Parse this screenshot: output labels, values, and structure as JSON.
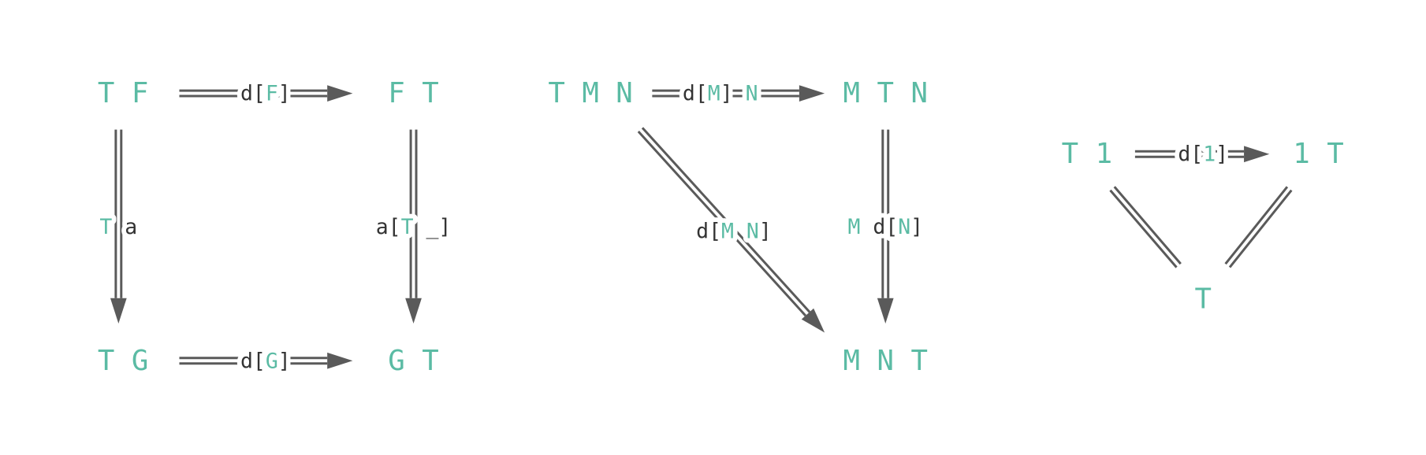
{
  "colors": {
    "object": "#5bbba4",
    "text": "#333333",
    "arrow": "#5a5a5a"
  },
  "diagrams": [
    {
      "nodes": [
        "T F",
        "F T",
        "T G",
        "G T"
      ],
      "edges": [
        {
          "label": [
            {
              "t": "d[",
              "c": "text"
            },
            {
              "t": "F",
              "c": "object"
            },
            {
              "t": "]",
              "c": "text"
            }
          ]
        },
        {
          "label": [
            {
              "t": "T",
              "c": "object"
            },
            {
              "t": " a",
              "c": "text"
            }
          ]
        },
        {
          "label": [
            {
              "t": "a[",
              "c": "text"
            },
            {
              "t": "T",
              "c": "object"
            },
            {
              "t": " _]",
              "c": "text"
            }
          ]
        },
        {
          "label": [
            {
              "t": "d[",
              "c": "text"
            },
            {
              "t": "G",
              "c": "object"
            },
            {
              "t": "]",
              "c": "text"
            }
          ]
        }
      ]
    },
    {
      "nodes": [
        "T M N",
        "M T N",
        "M N T"
      ],
      "edges": [
        {
          "label": [
            {
              "t": "d[",
              "c": "text"
            },
            {
              "t": "M",
              "c": "object"
            },
            {
              "t": "] ",
              "c": "text"
            },
            {
              "t": "N",
              "c": "object"
            }
          ]
        },
        {
          "label": [
            {
              "t": "M",
              "c": "object"
            },
            {
              "t": " d[",
              "c": "text"
            },
            {
              "t": "N",
              "c": "object"
            },
            {
              "t": "]",
              "c": "text"
            }
          ]
        },
        {
          "label": [
            {
              "t": "d[",
              "c": "text"
            },
            {
              "t": "M N",
              "c": "object"
            },
            {
              "t": "]",
              "c": "text"
            }
          ]
        }
      ]
    },
    {
      "nodes": [
        "T 1",
        "1 T",
        "T"
      ],
      "edges": [
        {
          "label": [
            {
              "t": "d[",
              "c": "text"
            },
            {
              "t": "1",
              "c": "object"
            },
            {
              "t": "]",
              "c": "text"
            }
          ]
        },
        {
          "label": []
        },
        {
          "label": []
        }
      ]
    }
  ]
}
